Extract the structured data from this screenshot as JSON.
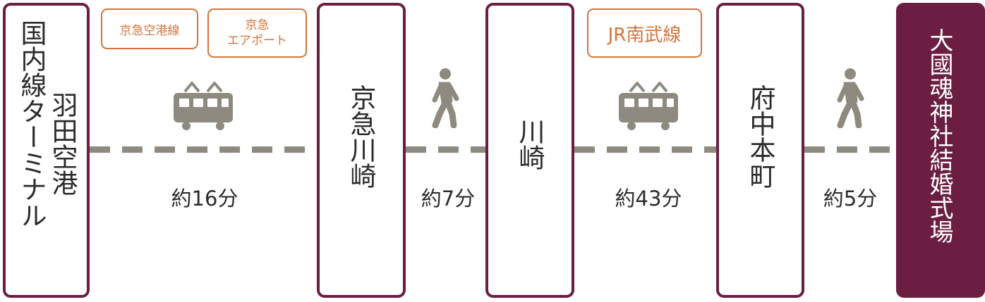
{
  "stations": [
    {
      "col1": "国内線ターミナル",
      "col2": "羽田空港"
    },
    {
      "name": "京急川崎"
    },
    {
      "name": "川崎"
    },
    {
      "name": "府中本町"
    },
    {
      "name": "大國魂神社結婚式場"
    }
  ],
  "lines": [
    {
      "label": "京急空港線"
    },
    {
      "label_line1": "京急",
      "label_line2": "エアポート"
    },
    {
      "label": "JR南武線"
    }
  ],
  "legs": [
    {
      "mode": "train-icon",
      "duration": "約16分"
    },
    {
      "mode": "walk-icon",
      "duration": "約7分"
    },
    {
      "mode": "train-icon",
      "duration": "約43分"
    },
    {
      "mode": "walk-icon",
      "duration": "約5分"
    }
  ],
  "colors": {
    "station_border": "#6b1e41",
    "line_label": "#d4743a",
    "icon": "#8f8a80"
  }
}
